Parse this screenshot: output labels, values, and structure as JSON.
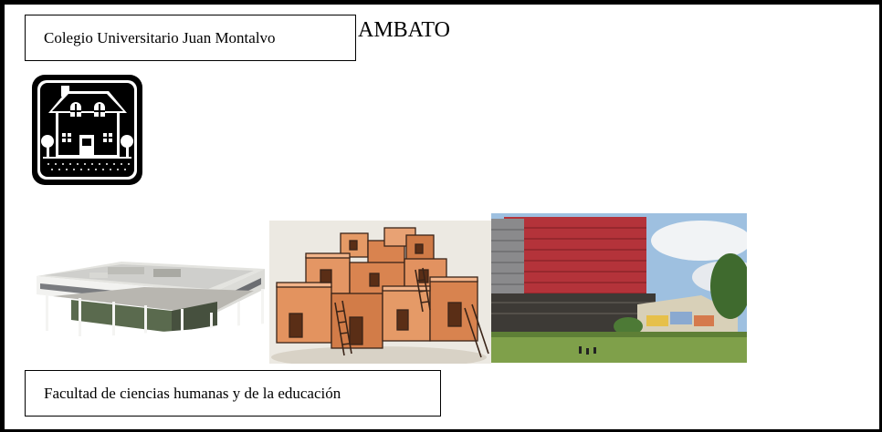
{
  "header": {
    "institution": "Colegio Universitario Juan Montalvo",
    "city": "AMBATO"
  },
  "icons": {
    "house": "house-icon"
  },
  "images": [
    {
      "name": "villa-savoye-image",
      "description_name": "modern-house"
    },
    {
      "name": "adobe-pueblo-image",
      "description_name": "pueblo-house"
    },
    {
      "name": "university-campus-image",
      "description_name": "campus-building"
    }
  ],
  "footer": {
    "faculty": "Facultad de ciencias humanas y de la educación"
  }
}
